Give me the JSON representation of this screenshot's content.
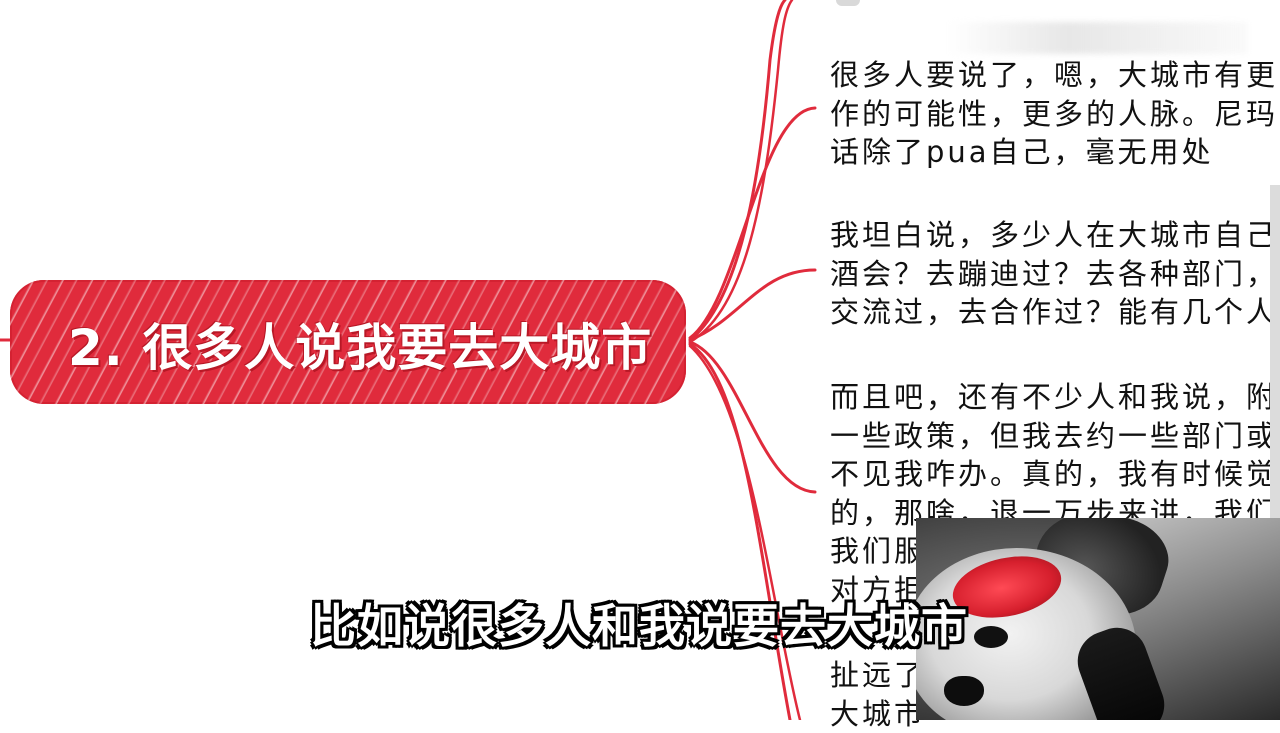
{
  "mindmap": {
    "branch_color": "#e02b3c",
    "topic": {
      "label": "2. 很多人说我要去大城市",
      "color": "#e02b3c"
    },
    "paragraphs": [
      {
        "lines": [
          "很多人要说了，嗯，大城市有更",
          "作的可能性，更多的人脉。尼玛",
          "话除了pua自己，毫无用处"
        ]
      },
      {
        "lines": [
          "我坦白说，多少人在大城市自己",
          "酒会？去蹦迪过？去各种部门，",
          "交流过，去合作过？能有几个人"
        ]
      },
      {
        "lines": [
          "而且吧，还有不少人和我说，附",
          "一些政策，但我去约一些部门或",
          "不见我咋办。真的，我有时候觉",
          "的，那啥，退一万步来讲，我们",
          "我们服",
          "对方拒"
        ]
      },
      {
        "lines": [
          "扯远了",
          "大城市"
        ]
      }
    ]
  },
  "overlay": {
    "subtitle": "比如说很多人和我说要去大城市",
    "webcam_icon": "dog-with-red-hat-photo"
  }
}
